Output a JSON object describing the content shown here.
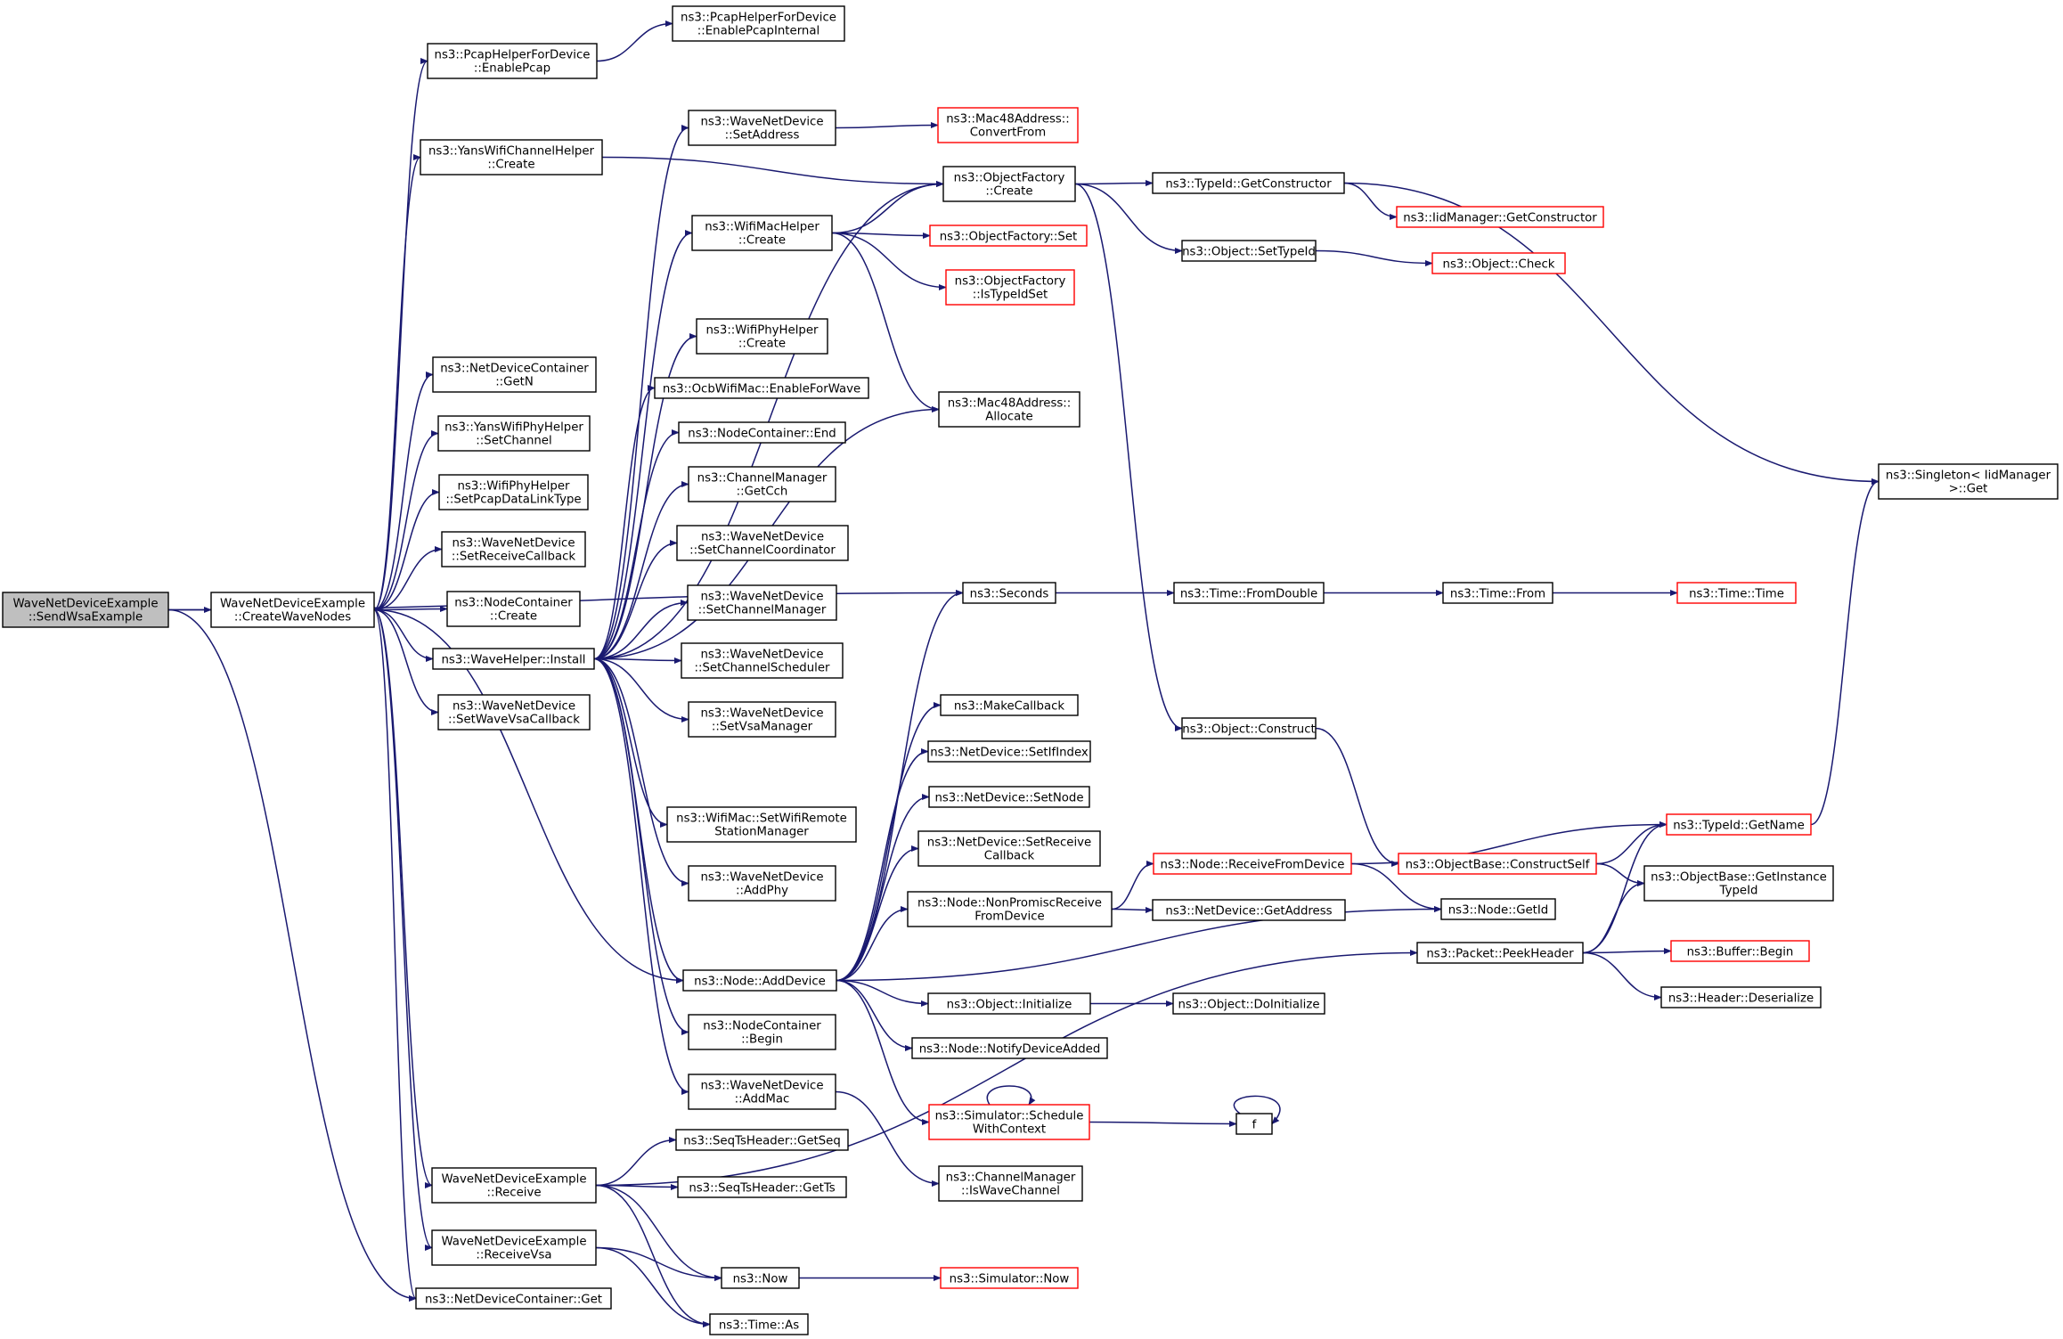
{
  "colors": {
    "edge": "#191970",
    "node_border": "#000000",
    "node_border_incomplete": "#ff0000",
    "root_fill": "#bfbfbf",
    "node_fill": "#ffffff"
  },
  "nodes": [
    {
      "id": "root",
      "lines": [
        "WaveNetDeviceExample",
        "::SendWsaExample"
      ],
      "style": "root"
    },
    {
      "id": "cwn",
      "lines": [
        "WaveNetDeviceExample",
        "::CreateWaveNodes"
      ],
      "style": "normal"
    },
    {
      "id": "pcap",
      "lines": [
        "ns3::PcapHelperForDevice",
        "::EnablePcap"
      ],
      "style": "normal"
    },
    {
      "id": "pcapint",
      "lines": [
        "ns3::PcapHelperForDevice",
        "::EnablePcapInternal"
      ],
      "style": "normal"
    },
    {
      "id": "yanschan",
      "lines": [
        "ns3::YansWifiChannelHelper",
        "::Create"
      ],
      "style": "normal"
    },
    {
      "id": "ndcgetn",
      "lines": [
        "ns3::NetDeviceContainer",
        "::GetN"
      ],
      "style": "normal"
    },
    {
      "id": "yansphy",
      "lines": [
        "ns3::YansWifiPhyHelper",
        "::SetChannel"
      ],
      "style": "normal"
    },
    {
      "id": "phypcap",
      "lines": [
        "ns3::WifiPhyHelper",
        "::SetPcapDataLinkType"
      ],
      "style": "normal"
    },
    {
      "id": "wndrecv",
      "lines": [
        "ns3::WaveNetDevice",
        "::SetReceiveCallback"
      ],
      "style": "normal"
    },
    {
      "id": "ncc",
      "lines": [
        "ns3::NodeContainer",
        "::Create"
      ],
      "style": "normal"
    },
    {
      "id": "install",
      "lines": [
        "ns3::WaveHelper::Install"
      ],
      "style": "normal"
    },
    {
      "id": "wndvsa",
      "lines": [
        "ns3::WaveNetDevice",
        "::SetWaveVsaCallback"
      ],
      "style": "normal"
    },
    {
      "id": "receive",
      "lines": [
        "WaveNetDeviceExample",
        "::Receive"
      ],
      "style": "normal"
    },
    {
      "id": "recvvsa",
      "lines": [
        "WaveNetDeviceExample",
        "::ReceiveVsa"
      ],
      "style": "normal"
    },
    {
      "id": "ndcget",
      "lines": [
        "ns3::NetDeviceContainer::Get"
      ],
      "style": "normal"
    },
    {
      "id": "setaddr",
      "lines": [
        "ns3::WaveNetDevice",
        "::SetAddress"
      ],
      "style": "normal"
    },
    {
      "id": "macc",
      "lines": [
        "ns3::WifiMacHelper",
        "::Create"
      ],
      "style": "normal"
    },
    {
      "id": "phyc",
      "lines": [
        "ns3::WifiPhyHelper",
        "::Create"
      ],
      "style": "normal"
    },
    {
      "id": "ocb",
      "lines": [
        "ns3::OcbWifiMac::EnableForWave"
      ],
      "style": "normal"
    },
    {
      "id": "ncend",
      "lines": [
        "ns3::NodeContainer::End"
      ],
      "style": "normal"
    },
    {
      "id": "cmcch",
      "lines": [
        "ns3::ChannelManager",
        "::GetCch"
      ],
      "style": "normal"
    },
    {
      "id": "wndcc",
      "lines": [
        "ns3::WaveNetDevice",
        "::SetChannelCoordinator"
      ],
      "style": "normal"
    },
    {
      "id": "wndcm",
      "lines": [
        "ns3::WaveNetDevice",
        "::SetChannelManager"
      ],
      "style": "normal"
    },
    {
      "id": "wndcs",
      "lines": [
        "ns3::WaveNetDevice",
        "::SetChannelScheduler"
      ],
      "style": "normal"
    },
    {
      "id": "wndvm",
      "lines": [
        "ns3::WaveNetDevice",
        "::SetVsaManager"
      ],
      "style": "normal"
    },
    {
      "id": "rsm",
      "lines": [
        "ns3::WifiMac::SetWifiRemote",
        "StationManager"
      ],
      "style": "normal"
    },
    {
      "id": "addphy",
      "lines": [
        "ns3::WaveNetDevice",
        "::AddPhy"
      ],
      "style": "normal"
    },
    {
      "id": "adddev",
      "lines": [
        "ns3::Node::AddDevice"
      ],
      "style": "normal"
    },
    {
      "id": "ncbegin",
      "lines": [
        "ns3::NodeContainer",
        "::Begin"
      ],
      "style": "normal"
    },
    {
      "id": "addmac",
      "lines": [
        "ns3::WaveNetDevice",
        "::AddMac"
      ],
      "style": "normal"
    },
    {
      "id": "getseq",
      "lines": [
        "ns3::SeqTsHeader::GetSeq"
      ],
      "style": "normal"
    },
    {
      "id": "getts",
      "lines": [
        "ns3::SeqTsHeader::GetTs"
      ],
      "style": "normal"
    },
    {
      "id": "now",
      "lines": [
        "ns3::Now"
      ],
      "style": "normal"
    },
    {
      "id": "timeas",
      "lines": [
        "ns3::Time::As"
      ],
      "style": "normal"
    },
    {
      "id": "macconv",
      "lines": [
        "ns3::Mac48Address::",
        "ConvertFrom"
      ],
      "style": "incomplete"
    },
    {
      "id": "ofcreate",
      "lines": [
        "ns3::ObjectFactory",
        "::Create"
      ],
      "style": "normal"
    },
    {
      "id": "ofset",
      "lines": [
        "ns3::ObjectFactory::Set"
      ],
      "style": "incomplete"
    },
    {
      "id": "ofistid",
      "lines": [
        "ns3::ObjectFactory",
        "::IsTypeIdSet"
      ],
      "style": "incomplete"
    },
    {
      "id": "macalloc",
      "lines": [
        "ns3::Mac48Address::",
        "Allocate"
      ],
      "style": "normal"
    },
    {
      "id": "seconds",
      "lines": [
        "ns3::Seconds"
      ],
      "style": "normal"
    },
    {
      "id": "makecb",
      "lines": [
        "ns3::MakeCallback"
      ],
      "style": "normal"
    },
    {
      "id": "setif",
      "lines": [
        "ns3::NetDevice::SetIfIndex"
      ],
      "style": "normal"
    },
    {
      "id": "setnode",
      "lines": [
        "ns3::NetDevice::SetNode"
      ],
      "style": "normal"
    },
    {
      "id": "setrcb",
      "lines": [
        "ns3::NetDevice::SetReceive",
        "Callback"
      ],
      "style": "normal"
    },
    {
      "id": "npromisc",
      "lines": [
        "ns3::Node::NonPromiscReceive",
        "FromDevice"
      ],
      "style": "normal"
    },
    {
      "id": "objinit",
      "lines": [
        "ns3::Object::Initialize"
      ],
      "style": "normal"
    },
    {
      "id": "notify",
      "lines": [
        "ns3::Node::NotifyDeviceAdded"
      ],
      "style": "normal"
    },
    {
      "id": "schedctx",
      "lines": [
        "ns3::Simulator::Schedule",
        "WithContext"
      ],
      "style": "incomplete"
    },
    {
      "id": "iswave",
      "lines": [
        "ns3::ChannelManager",
        "::IsWaveChannel"
      ],
      "style": "normal"
    },
    {
      "id": "simnow",
      "lines": [
        "ns3::Simulator::Now"
      ],
      "style": "incomplete"
    },
    {
      "id": "getctor",
      "lines": [
        "ns3::TypeId::GetConstructor"
      ],
      "style": "normal"
    },
    {
      "id": "settypeid",
      "lines": [
        "ns3::Object::SetTypeId"
      ],
      "style": "normal"
    },
    {
      "id": "fromdouble",
      "lines": [
        "ns3::Time::FromDouble"
      ],
      "style": "normal"
    },
    {
      "id": "construct",
      "lines": [
        "ns3::Object::Construct"
      ],
      "style": "normal"
    },
    {
      "id": "recvfromdev",
      "lines": [
        "ns3::Node::ReceiveFromDevice"
      ],
      "style": "incomplete"
    },
    {
      "id": "getaddr",
      "lines": [
        "ns3::NetDevice::GetAddress"
      ],
      "style": "normal"
    },
    {
      "id": "doinit",
      "lines": [
        "ns3::Object::DoInitialize"
      ],
      "style": "normal"
    },
    {
      "id": "f",
      "lines": [
        "f"
      ],
      "style": "normal"
    },
    {
      "id": "iidctor",
      "lines": [
        "ns3::IidManager::GetConstructor"
      ],
      "style": "incomplete"
    },
    {
      "id": "objcheck",
      "lines": [
        "ns3::Object::Check"
      ],
      "style": "incomplete"
    },
    {
      "id": "timefrom",
      "lines": [
        "ns3::Time::From"
      ],
      "style": "normal"
    },
    {
      "id": "constself",
      "lines": [
        "ns3::ObjectBase::ConstructSelf"
      ],
      "style": "incomplete"
    },
    {
      "id": "getid",
      "lines": [
        "ns3::Node::GetId"
      ],
      "style": "normal"
    },
    {
      "id": "peek",
      "lines": [
        "ns3::Packet::PeekHeader"
      ],
      "style": "normal"
    },
    {
      "id": "timetime",
      "lines": [
        "ns3::Time::Time"
      ],
      "style": "incomplete"
    },
    {
      "id": "getname",
      "lines": [
        "ns3::TypeId::GetName"
      ],
      "style": "incomplete"
    },
    {
      "id": "getinst",
      "lines": [
        "ns3::ObjectBase::GetInstance",
        "TypeId"
      ],
      "style": "normal"
    },
    {
      "id": "bufbegin",
      "lines": [
        "ns3::Buffer::Begin"
      ],
      "style": "incomplete"
    },
    {
      "id": "deser",
      "lines": [
        "ns3::Header::Deserialize"
      ],
      "style": "normal"
    },
    {
      "id": "singleton",
      "lines": [
        "ns3::Singleton< IidManager",
        " >::Get"
      ],
      "style": "normal"
    }
  ],
  "edges": [
    [
      "root",
      "cwn"
    ],
    [
      "root",
      "seconds"
    ],
    [
      "root",
      "ndcget"
    ],
    [
      "cwn",
      "pcap"
    ],
    [
      "cwn",
      "yanschan"
    ],
    [
      "cwn",
      "ndcgetn"
    ],
    [
      "cwn",
      "yansphy"
    ],
    [
      "cwn",
      "phypcap"
    ],
    [
      "cwn",
      "wndrecv"
    ],
    [
      "cwn",
      "ncc"
    ],
    [
      "cwn",
      "install"
    ],
    [
      "cwn",
      "wndvsa"
    ],
    [
      "cwn",
      "receive"
    ],
    [
      "cwn",
      "recvvsa"
    ],
    [
      "cwn",
      "ndcget"
    ],
    [
      "cwn",
      "adddev"
    ],
    [
      "pcap",
      "pcapint"
    ],
    [
      "yanschan",
      "ofcreate"
    ],
    [
      "install",
      "setaddr"
    ],
    [
      "install",
      "ofcreate"
    ],
    [
      "install",
      "macc"
    ],
    [
      "install",
      "phyc"
    ],
    [
      "install",
      "ocb"
    ],
    [
      "install",
      "ncend"
    ],
    [
      "install",
      "cmcch"
    ],
    [
      "install",
      "wndcc"
    ],
    [
      "install",
      "wndcm"
    ],
    [
      "install",
      "wndcs"
    ],
    [
      "install",
      "wndvm"
    ],
    [
      "install",
      "rsm"
    ],
    [
      "install",
      "addphy"
    ],
    [
      "install",
      "adddev"
    ],
    [
      "install",
      "ncbegin"
    ],
    [
      "install",
      "addmac"
    ],
    [
      "install",
      "macalloc"
    ],
    [
      "setaddr",
      "macconv"
    ],
    [
      "macc",
      "ofcreate"
    ],
    [
      "macc",
      "ofset"
    ],
    [
      "macc",
      "ofistid"
    ],
    [
      "macc",
      "macalloc"
    ],
    [
      "adddev",
      "makecb"
    ],
    [
      "adddev",
      "setif"
    ],
    [
      "adddev",
      "setnode"
    ],
    [
      "adddev",
      "setrcb"
    ],
    [
      "adddev",
      "npromisc"
    ],
    [
      "adddev",
      "getid"
    ],
    [
      "adddev",
      "objinit"
    ],
    [
      "adddev",
      "notify"
    ],
    [
      "adddev",
      "schedctx"
    ],
    [
      "adddev",
      "seconds"
    ],
    [
      "addmac",
      "iswave"
    ],
    [
      "receive",
      "getseq"
    ],
    [
      "receive",
      "getts"
    ],
    [
      "receive",
      "now"
    ],
    [
      "receive",
      "timeas"
    ],
    [
      "receive",
      "peek"
    ],
    [
      "recvvsa",
      "now"
    ],
    [
      "recvvsa",
      "timeas"
    ],
    [
      "now",
      "simnow"
    ],
    [
      "ofcreate",
      "getctor"
    ],
    [
      "ofcreate",
      "settypeid"
    ],
    [
      "ofcreate",
      "construct"
    ],
    [
      "getctor",
      "iidctor"
    ],
    [
      "getctor",
      "singleton"
    ],
    [
      "settypeid",
      "objcheck"
    ],
    [
      "seconds",
      "fromdouble"
    ],
    [
      "fromdouble",
      "timefrom"
    ],
    [
      "timefrom",
      "timetime"
    ],
    [
      "construct",
      "constself"
    ],
    [
      "constself",
      "getname"
    ],
    [
      "constself",
      "getinst"
    ],
    [
      "npromisc",
      "recvfromdev"
    ],
    [
      "npromisc",
      "getaddr"
    ],
    [
      "recvfromdev",
      "getname"
    ],
    [
      "recvfromdev",
      "getid"
    ],
    [
      "objinit",
      "doinit"
    ],
    [
      "schedctx",
      "schedctx"
    ],
    [
      "schedctx",
      "f"
    ],
    [
      "f",
      "f"
    ],
    [
      "peek",
      "getname"
    ],
    [
      "peek",
      "getinst"
    ],
    [
      "peek",
      "bufbegin"
    ],
    [
      "peek",
      "deser"
    ],
    [
      "getname",
      "singleton"
    ]
  ]
}
